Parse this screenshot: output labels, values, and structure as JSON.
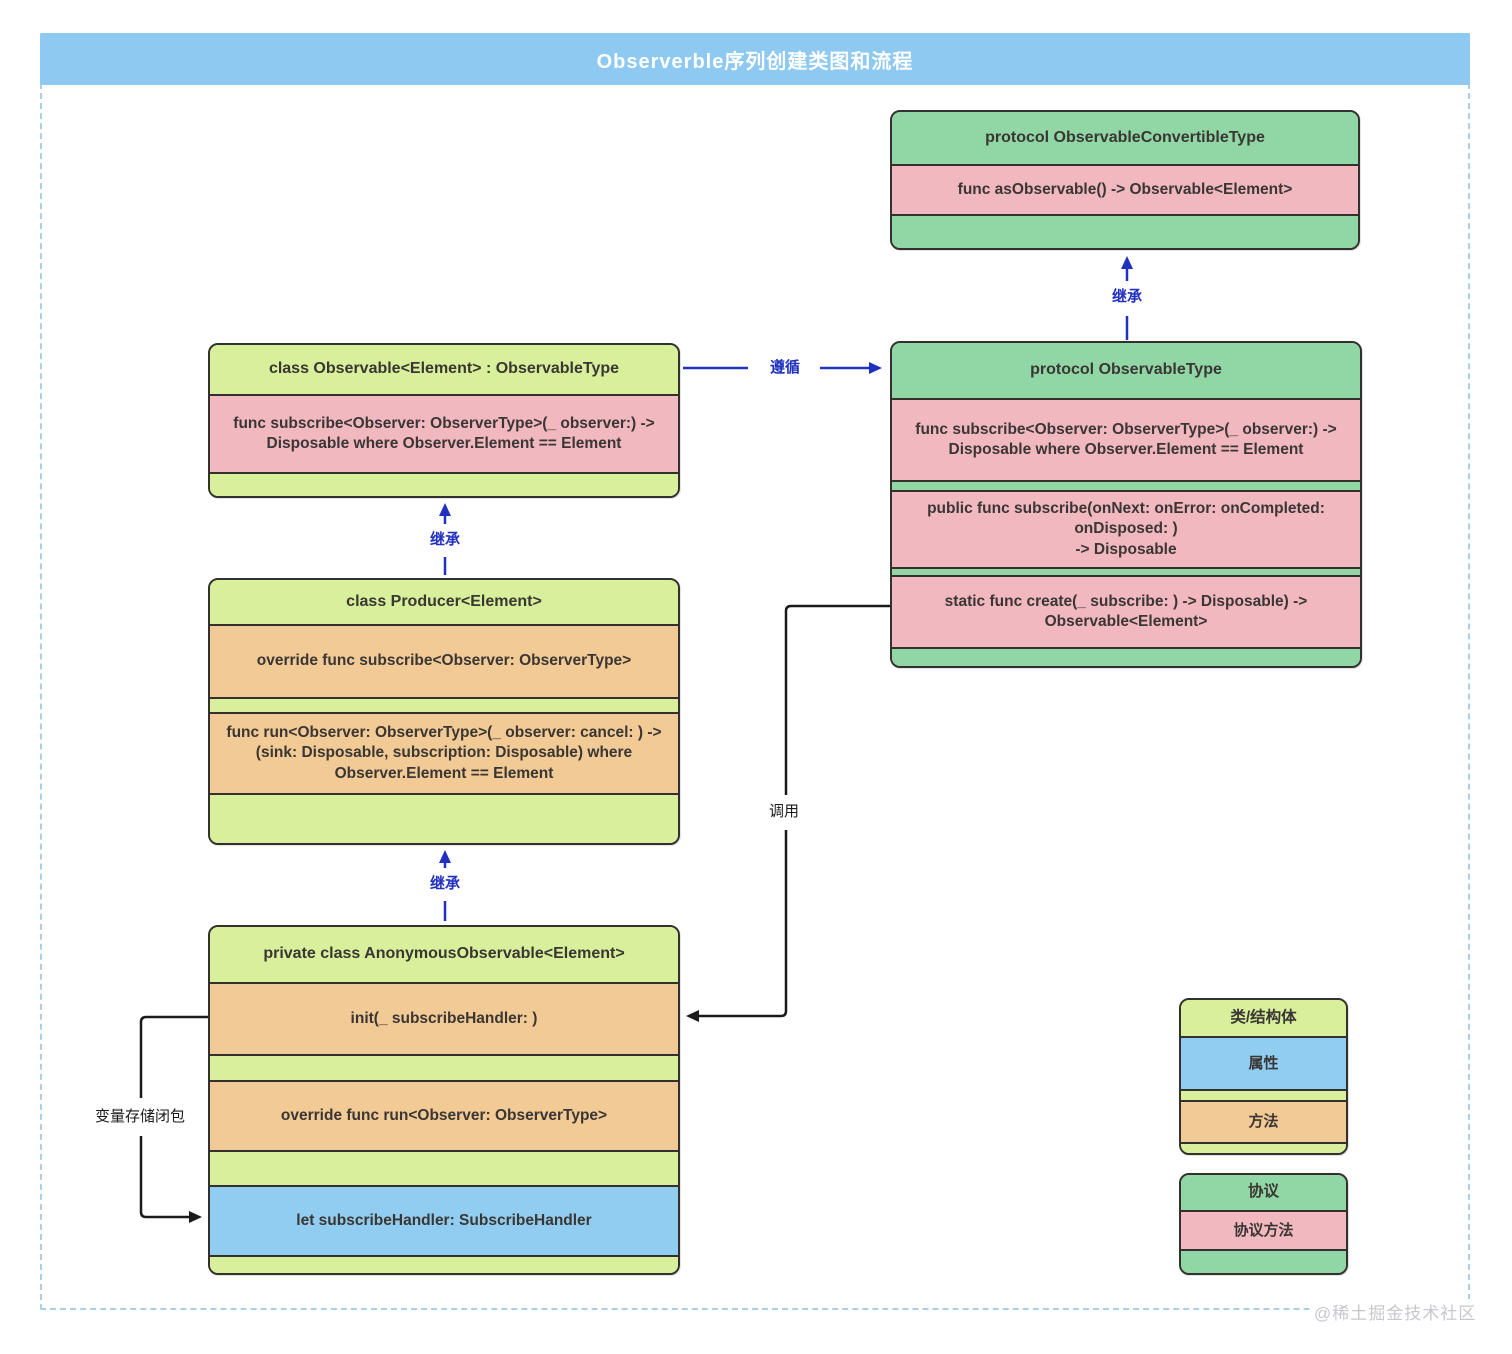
{
  "title": "Observerble序列创建类图和流程",
  "watermark": "@稀土掘金技术社区",
  "boxes": {
    "observable_convertible": {
      "title": "protocol ObservableConvertibleType",
      "method1": "func asObservable() -> Observable<Element>"
    },
    "observable_type": {
      "title": "protocol ObservableType",
      "method1": "func subscribe<Observer: ObserverType>(_ observer:) ->\nDisposable where Observer.Element == Element",
      "method2": "public func subscribe(onNext: onError: onCompleted:\nonDisposed: )\n-> Disposable",
      "method3": "static func create(_ subscribe: ) -> Disposable) ->\nObservable<Element>"
    },
    "observable": {
      "title": "class Observable<Element> : ObservableType",
      "method1": "func subscribe<Observer: ObserverType>(_ observer:) ->\nDisposable where Observer.Element == Element"
    },
    "producer": {
      "title": "class Producer<Element>",
      "method1": "override func subscribe<Observer: ObserverType>",
      "method2": "func run<Observer: ObserverType>(_ observer: cancel: ) ->\n(sink: Disposable, subscription: Disposable) where\nObserver.Element == Element"
    },
    "anonymous_observable": {
      "title": "private class AnonymousObservable<Element>",
      "method1": "init(_ subscribeHandler: )",
      "method2": "override func run<Observer: ObserverType>",
      "property1": "let subscribeHandler: SubscribeHandler"
    }
  },
  "legend": {
    "class_struct": {
      "title": "类/结构体",
      "property": "属性",
      "method": "方法"
    },
    "protocol": {
      "title": "协议",
      "method": "协议方法"
    }
  },
  "edges": {
    "inherit_right": "继承",
    "inherit_top": "继承",
    "inherit_bottom": "继承",
    "conform": "遵循",
    "call": "调用",
    "closure": "变量存储闭包"
  },
  "colors": {
    "titlebar": "#8DC9F1",
    "class_header": "#D8EF9B",
    "protocol_header": "#90D7A5",
    "protocol_method": "#F2B8C0",
    "method": "#F2CA95",
    "property": "#90CDF1",
    "arrow_blue": "#2030C0",
    "arrow_black": "#1A1A1A",
    "dashed_border": "#A9CFE9"
  }
}
